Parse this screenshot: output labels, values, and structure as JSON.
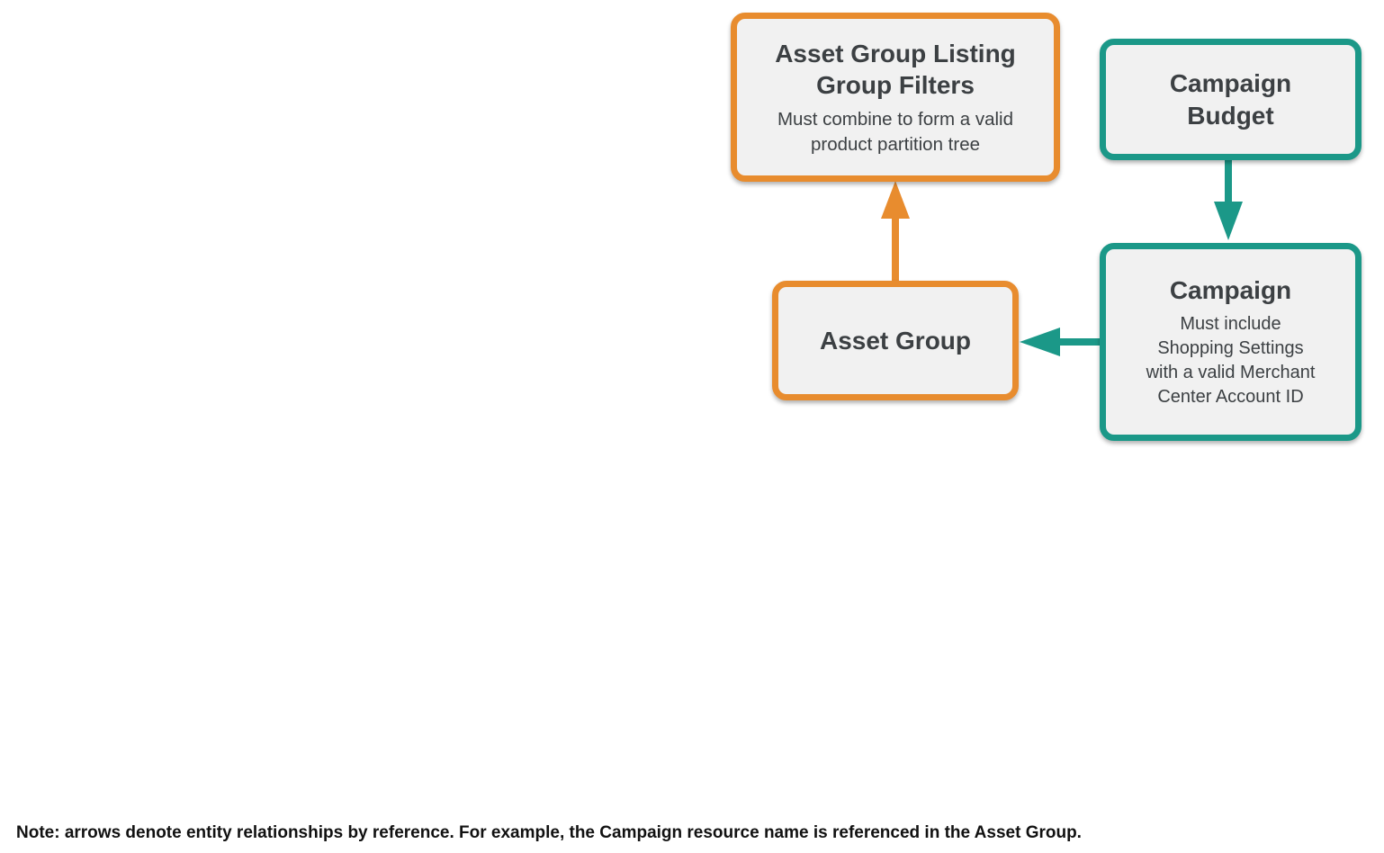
{
  "colors": {
    "orange": "#e88c2e",
    "teal": "#1b9888",
    "node_fill": "#f1f1f1",
    "node_text": "#3c4043",
    "note_text": "#111111"
  },
  "diagram": {
    "nodes": [
      {
        "id": "asset-group-listing-group-filters",
        "title": "Asset Group Listing\nGroup Filters",
        "subtitle": "Must combine to form a valid\nproduct partition tree",
        "border_color": "#e88c2e"
      },
      {
        "id": "campaign-budget",
        "title": "Campaign\nBudget",
        "subtitle": "",
        "border_color": "#1b9888"
      },
      {
        "id": "campaign",
        "title": "Campaign",
        "subtitle": "Must include\nShopping Settings\nwith a valid Merchant\nCenter Account ID",
        "border_color": "#1b9888"
      },
      {
        "id": "asset-group",
        "title": "Asset Group",
        "subtitle": "",
        "border_color": "#e88c2e"
      }
    ],
    "edges": [
      {
        "from": "asset-group",
        "to": "asset-group-listing-group-filters",
        "color": "#e88c2e",
        "direction": "up"
      },
      {
        "from": "campaign-budget",
        "to": "campaign",
        "color": "#1b9888",
        "direction": "down"
      },
      {
        "from": "campaign",
        "to": "asset-group",
        "color": "#1b9888",
        "direction": "left"
      }
    ]
  },
  "note": "Note: arrows denote entity relationships by reference. For example, the Campaign resource name is referenced in the Asset Group."
}
